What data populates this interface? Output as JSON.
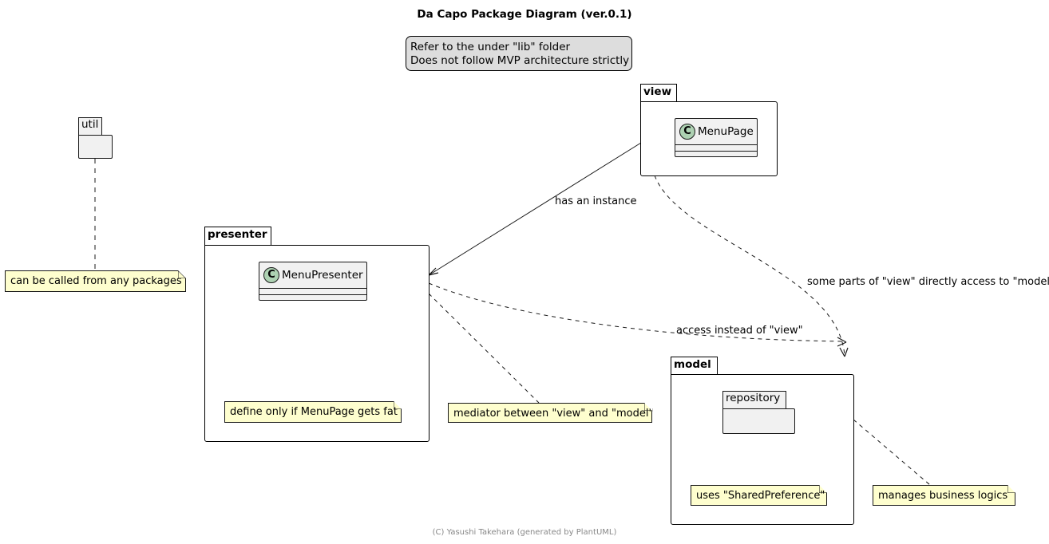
{
  "title": "Da Capo Package Diagram (ver.0.1)",
  "legend": {
    "line1": "Refer to the under \"lib\" folder",
    "line2": "Does not follow MVP architecture strictly"
  },
  "footer": "(C) Yasushi Takehara (generated by PlantUML)",
  "packages": {
    "util": "util",
    "view": "view",
    "presenter": "presenter",
    "model": "model",
    "repository": "repository"
  },
  "classes": {
    "menu_page": "MenuPage",
    "menu_presenter": "MenuPresenter",
    "class_marker": "C"
  },
  "notes": {
    "util_note": "can be called from any packages",
    "presenter_class_note": "define only if MenuPage gets fat",
    "presenter_note": "mediator between \"view\" and \"model\"",
    "repository_note": "uses \"SharedPreference\"",
    "model_note": "manages business logics"
  },
  "edge_labels": {
    "view_to_presenter": "has an instance",
    "view_to_model": "some parts of \"view\" directly access to \"model\"",
    "presenter_to_model": "access instead of \"view\""
  },
  "colors": {
    "note_fill": "#fefece",
    "class_circle": "#add1b2",
    "element_fill": "#f1f1f1",
    "legend_fill": "#dddddd"
  }
}
